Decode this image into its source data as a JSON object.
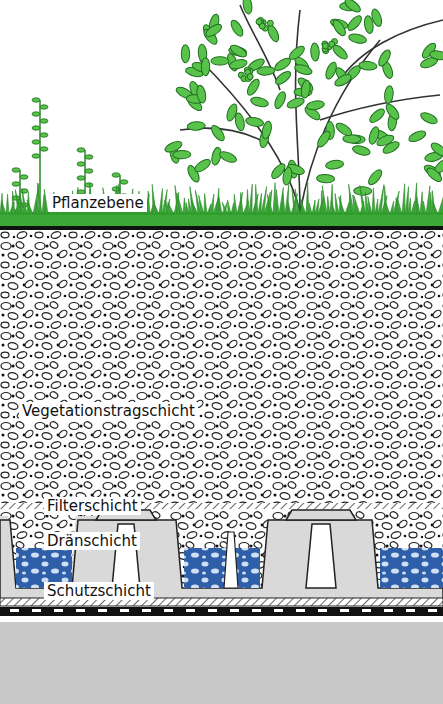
{
  "diagram": {
    "labels": [
      "Pflanzebene",
      "Vegetationstragschicht",
      "Filterschicht",
      "Dränschicht",
      "Schutzschicht"
    ]
  }
}
